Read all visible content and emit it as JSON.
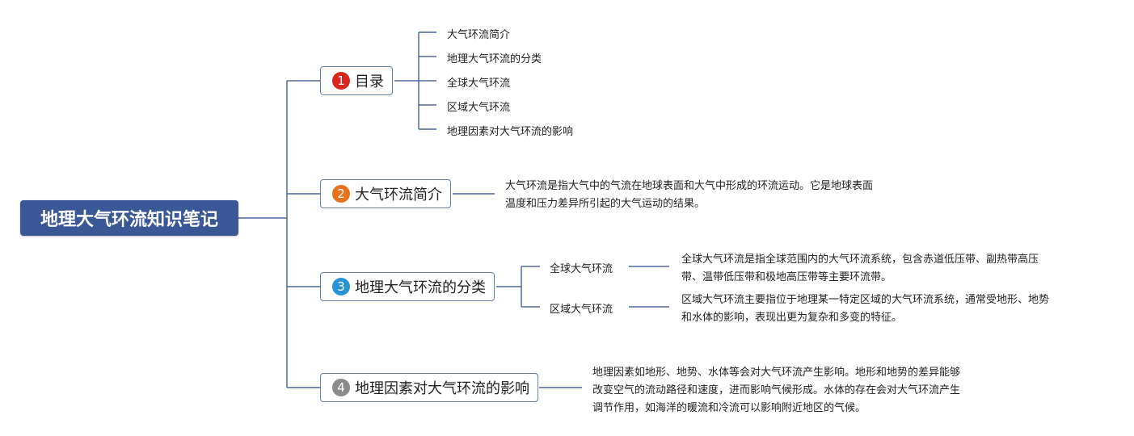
{
  "root": {
    "label": "地理大气环流知识笔记"
  },
  "topics": [
    {
      "num": "1",
      "label": "目录",
      "badge_color": "#d9251c"
    },
    {
      "num": "2",
      "label": "大气环流简介",
      "badge_color": "#e8711c"
    },
    {
      "num": "3",
      "label": "地理大气环流的分类",
      "badge_color": "#2a93d5"
    },
    {
      "num": "4",
      "label": "地理因素对大气环流的影响",
      "badge_color": "#8a8a8a"
    }
  ],
  "toc": [
    "大气环流简介",
    "地理大气环流的分类",
    "全球大气环流",
    "区域大气环流",
    "地理因素对大气环流的影响"
  ],
  "intro": {
    "line1": "大气环流是指大气中的气流在地球表面和大气中形成的环流运动。它是地球表面",
    "line2": "温度和压力差异所引起的大气运动的结果。"
  },
  "categories": [
    {
      "label": "全球大气环流",
      "line1": "全球大气环流是指全球范围内的大气环流系统，包含赤道低压带、副热带高压",
      "line2": "带、温带低压带和极地高压带等主要环流带。"
    },
    {
      "label": "区域大气环流",
      "line1": "区域大气环流主要指位于地理某一特定区域的大气环流系统，通常受地形、地势",
      "line2": "和水体的影响，表现出更为复杂和多变的特征。"
    }
  ],
  "influence": {
    "line1": "地理因素如地形、地势、水体等会对大气环流产生影响。地形和地势的差异能够",
    "line2": "改变空气的流动路径和速度，进而影响气候形成。水体的存在会对大气环流产生",
    "line3": "调节作用，如海洋的暖流和冷流可以影响附近地区的气候。"
  },
  "colors": {
    "root_fill": "#3a5896",
    "line": "#4f6a9a"
  }
}
